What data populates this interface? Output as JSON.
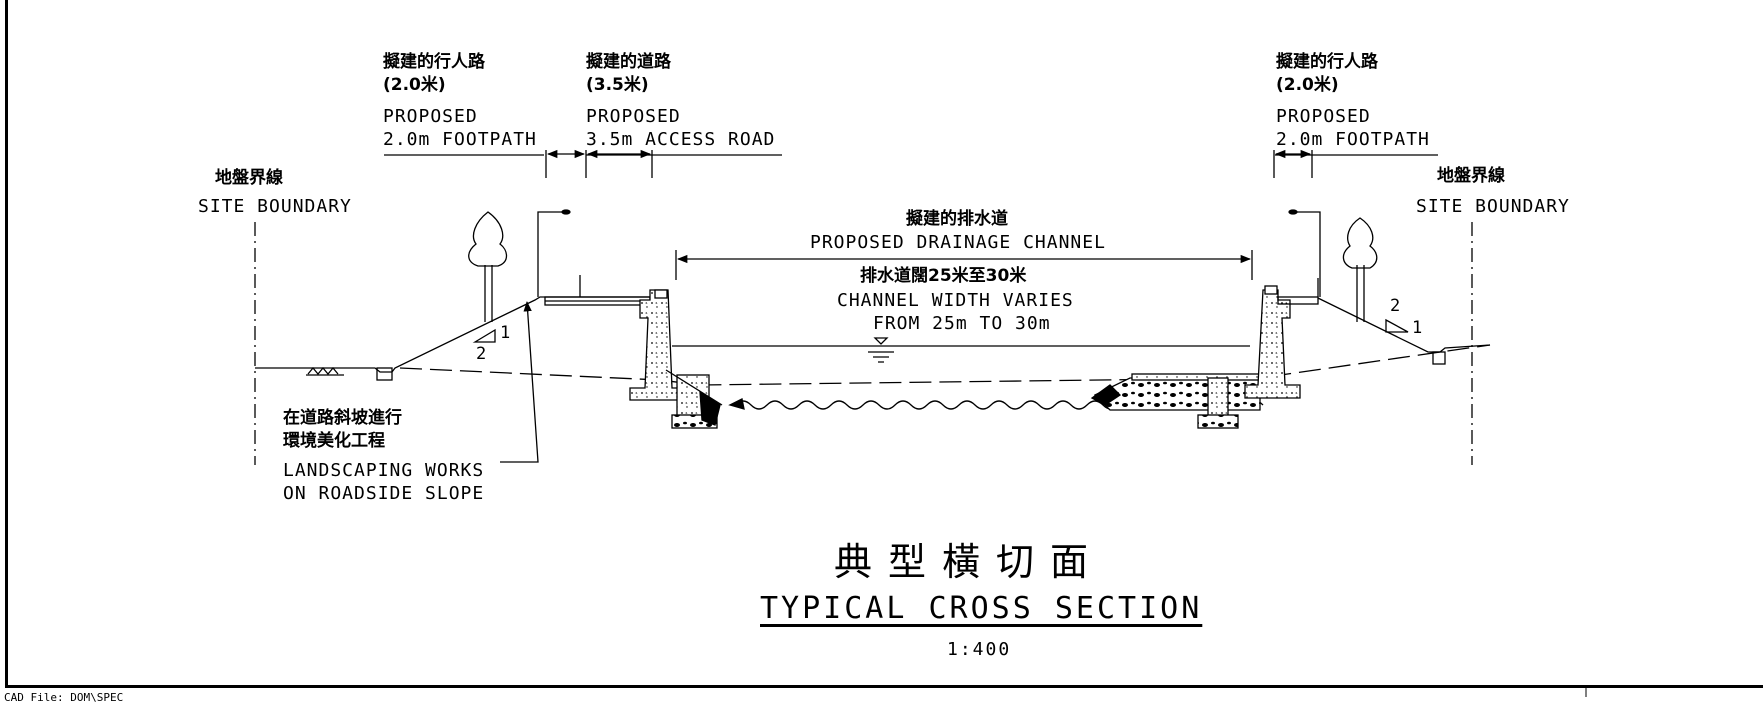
{
  "labels": {
    "footpath_left_zh": "擬建的行人路",
    "footpath_left_width_zh": "(2.0米)",
    "footpath_left_en1": "PROPOSED",
    "footpath_left_en2": "2.0m FOOTPATH",
    "road_zh": "擬建的道路",
    "road_width_zh": "(3.5米)",
    "road_en1": "PROPOSED",
    "road_en2": "3.5m ACCESS ROAD",
    "footpath_right_zh": "擬建的行人路",
    "footpath_right_width_zh": "(2.0米)",
    "footpath_right_en1": "PROPOSED",
    "footpath_right_en2": "2.0m FOOTPATH",
    "site_boundary_left_zh": "地盤界線",
    "site_boundary_left_en": "SITE BOUNDARY",
    "site_boundary_right_zh": "地盤界線",
    "site_boundary_right_en": "SITE BOUNDARY",
    "channel_zh": "擬建的排水道",
    "channel_en": "PROPOSED DRAINAGE CHANNEL",
    "channel_width_zh": "排水道闊25米至30米",
    "channel_width_en1": "CHANNEL WIDTH VARIES",
    "channel_width_en2": "FROM 25m TO 30m",
    "landscaping_zh1": "在道路斜坡進行",
    "landscaping_zh2": "環境美化工程",
    "landscaping_en1": "LANDSCAPING WORKS",
    "landscaping_en2": "ON ROADSIDE SLOPE",
    "slope_left_v": "1",
    "slope_left_h": "2",
    "slope_right_v": "1",
    "slope_right_h": "2"
  },
  "title": {
    "zh": "典型橫切面",
    "en": "TYPICAL CROSS SECTION",
    "scale": "1:400"
  },
  "footer": {
    "cad_file": "CAD File:       DOM\\SPEC"
  }
}
